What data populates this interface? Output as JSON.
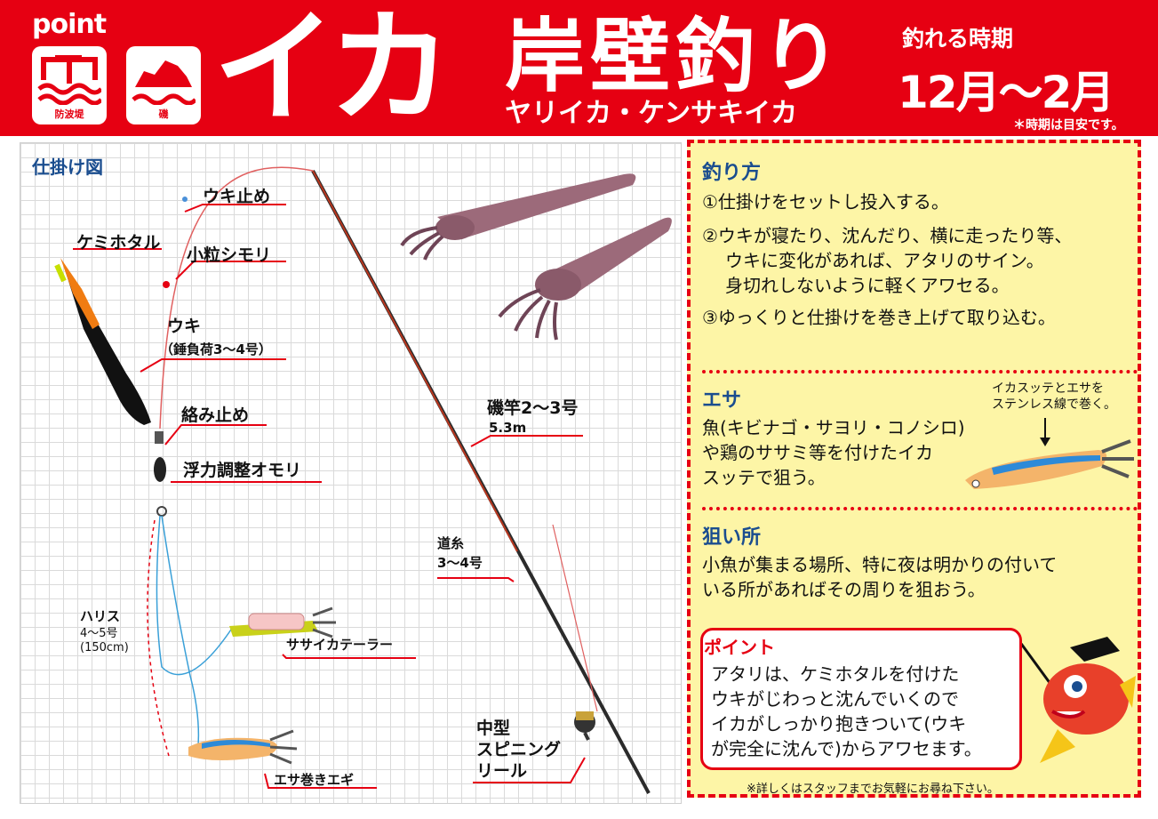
{
  "header": {
    "logo": "point",
    "icons": [
      {
        "label": "防波堤",
        "icon": "breakwater-icon"
      },
      {
        "label": "磯",
        "icon": "rocky-shore-icon"
      }
    ],
    "title": "イカ",
    "subtitle": "岸壁釣り",
    "species": "ヤリイカ・ケンサキイカ",
    "season_label": "釣れる時期",
    "season_value": "12月～2月",
    "season_note": "＊時期は目安です。"
  },
  "diagram": {
    "title": "仕掛け図",
    "labels": {
      "uki_stop": "ウキ止め",
      "kemihotaru": "ケミホタル",
      "shimori": "小粒シモリ",
      "uki": "ウキ",
      "uki_note": "（錘負荷3～4号）",
      "karami": "絡み止め",
      "omori": "浮力調整オモリ",
      "rod": "磯竿2～3号",
      "rod_len": "5.3m",
      "line": "道糸",
      "line_size": "3～4号",
      "harisu": "ハリス",
      "harisu_size": "4～5号",
      "harisu_len": "(150cm)",
      "sasai": "ササイカテーラー",
      "egi": "エサ巻きエギ",
      "reel_1": "中型",
      "reel_2": "スピニング",
      "reel_3": "リール"
    }
  },
  "info": {
    "method_title": "釣り方",
    "method_lines": [
      "①仕掛けをセットし投入する。",
      "②ウキが寝たり、沈んだり、横に走ったり等、",
      "ウキに変化があれば、アタリのサイン。",
      "身切れしないように軽くアワセる。",
      "③ゆっくりと仕掛けを巻き上げて取り込む。"
    ],
    "bait_title": "エサ",
    "bait_note_1": "イカスッテとエサを",
    "bait_note_2": "ステンレス線で巻く。",
    "bait_lines": [
      "魚(キビナゴ・サヨリ・コノシロ)",
      "や鶏のササミ等を付けたイカ",
      "スッテで狙う。"
    ],
    "spot_title": "狙い所",
    "spot_lines": [
      "小魚が集まる場所、特に夜は明かりの付いて",
      "いる所があればその周りを狙おう。"
    ],
    "point_title": "ポイント",
    "point_lines": [
      "アタリは、ケミホタルを付けた",
      "ウキがじわっと沈んでいくので",
      "イカがしっかり抱きついて(ウキ",
      "が完全に沈んで)からアワセます。"
    ],
    "footer": "※詳しくはスタッフまでお気軽にお尋ね下さい。"
  },
  "colors": {
    "brand_red": "#e60012",
    "panel_yellow": "#fdf5a6",
    "title_blue": "#1a4d8f"
  }
}
